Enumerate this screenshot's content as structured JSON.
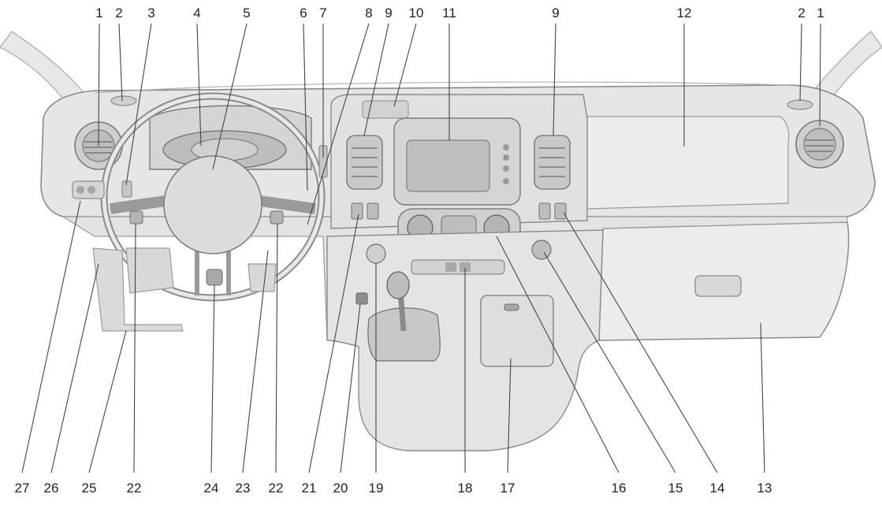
{
  "figure": {
    "type": "vehicle-dashboard-overview",
    "colors": {
      "panel_fill": "#e6e6e6",
      "panel_shade": "#d2d2d2",
      "panel_dark": "#bdbdbd",
      "outline": "#8a8a8a",
      "leader": "#444444",
      "label": "#222222"
    }
  },
  "callouts": {
    "top": [
      "1",
      "2",
      "3",
      "4",
      "5",
      "6",
      "7",
      "8",
      "9",
      "10",
      "11",
      "9",
      "12",
      "2",
      "1"
    ],
    "bottom": [
      "27",
      "26",
      "25",
      "22",
      "24",
      "23",
      "22",
      "21",
      "20",
      "19",
      "18",
      "17",
      "16",
      "15",
      "14",
      "13"
    ]
  }
}
